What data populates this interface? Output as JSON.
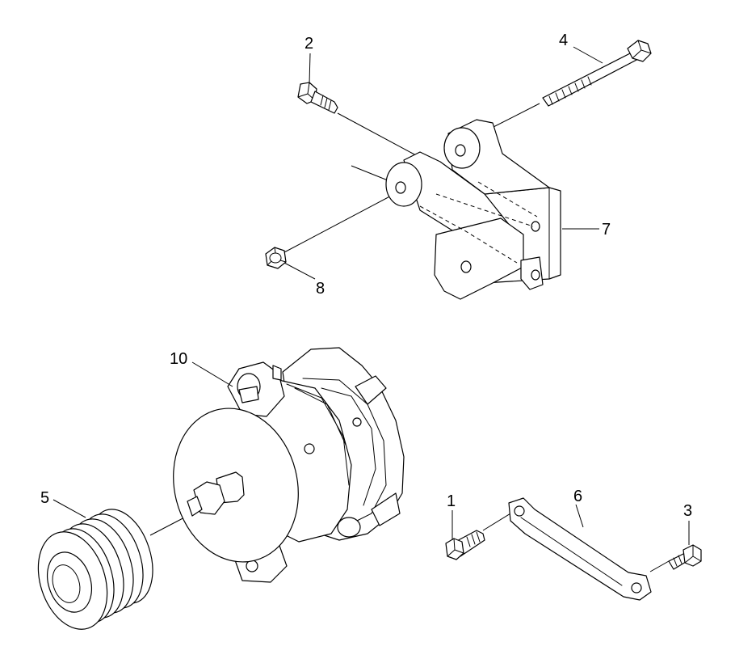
{
  "diagram": {
    "callouts": {
      "p1": "1",
      "p2": "2",
      "p3": "3",
      "p4": "4",
      "p5": "5",
      "p6": "6",
      "p7": "7",
      "p8": "8",
      "p10": "10"
    },
    "icons": {
      "bolt": "bolt-icon",
      "nut": "nut-icon",
      "bracket": "bracket-icon",
      "alternator": "alternator-icon",
      "pulley": "pulley-icon",
      "link": "link-icon"
    },
    "colors": {
      "line": "#000000",
      "background": "#ffffff"
    }
  }
}
